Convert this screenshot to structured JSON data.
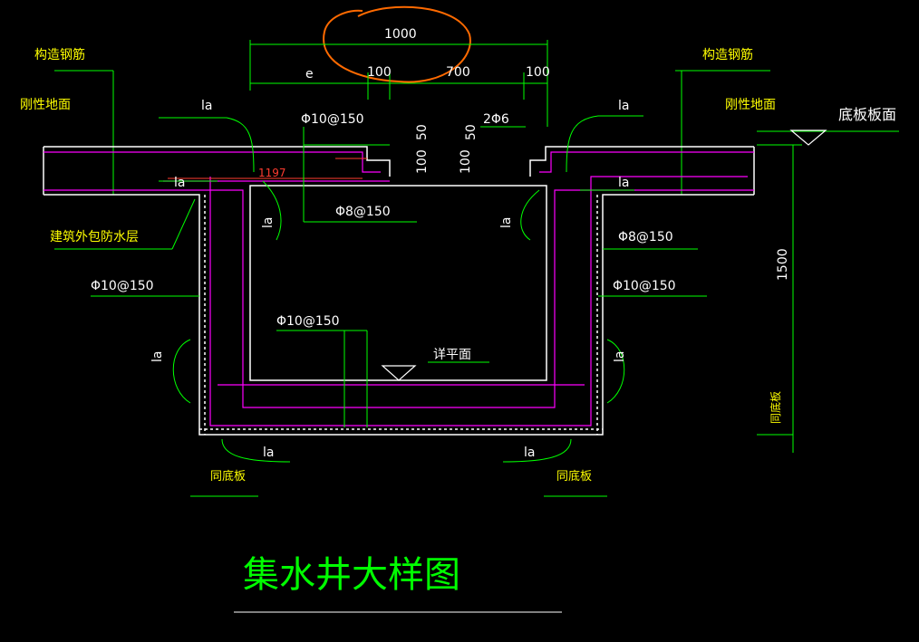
{
  "labels": {
    "dim_top": "1000",
    "dim_e": "e",
    "dim_100a": "100",
    "dim_700": "700",
    "dim_100b": "100",
    "construct_rebar_left": "构造钢筋",
    "construct_rebar_right": "构造钢筋",
    "rigid_ground_left": "刚性地面",
    "rigid_ground_right": "刚性地面",
    "slab_surface": "底板板面",
    "la_1": "la",
    "la_2": "la",
    "la_3": "la",
    "la_4": "la",
    "la_5": "la",
    "la_6": "la",
    "la_7": "la",
    "la_8": "la",
    "la_9": "la",
    "la_10": "la",
    "rebar_top_left": "Φ10@150",
    "rebar_top_right": "2Φ6",
    "dim_50_left": "50",
    "dim_50_right": "50",
    "dim_100_left": "100",
    "dim_100_right": "100",
    "red_dim": "1197",
    "rebar_mid_left": "Φ8@150",
    "rebar_mid_right": "Φ8@150",
    "waterproof": "建筑外包防水层",
    "rebar_wall_left": "Φ10@150",
    "rebar_wall_right": "Φ10@150",
    "rebar_bottom": "Φ10@150",
    "detail_surface": "详平面",
    "dim_1500": "1500",
    "same_slab_right": "同底板",
    "same_slab_left": "同底板",
    "same_slab_mid": "同底板",
    "title": "集水井大样图"
  },
  "colors": {
    "background": "#000000",
    "dimension": "#00ff00",
    "outline": "#ffffff",
    "rebar": "#ff00ff",
    "text": "#ffff00",
    "red": "#ff3b2f",
    "orange_mark": "#ff6a00"
  }
}
